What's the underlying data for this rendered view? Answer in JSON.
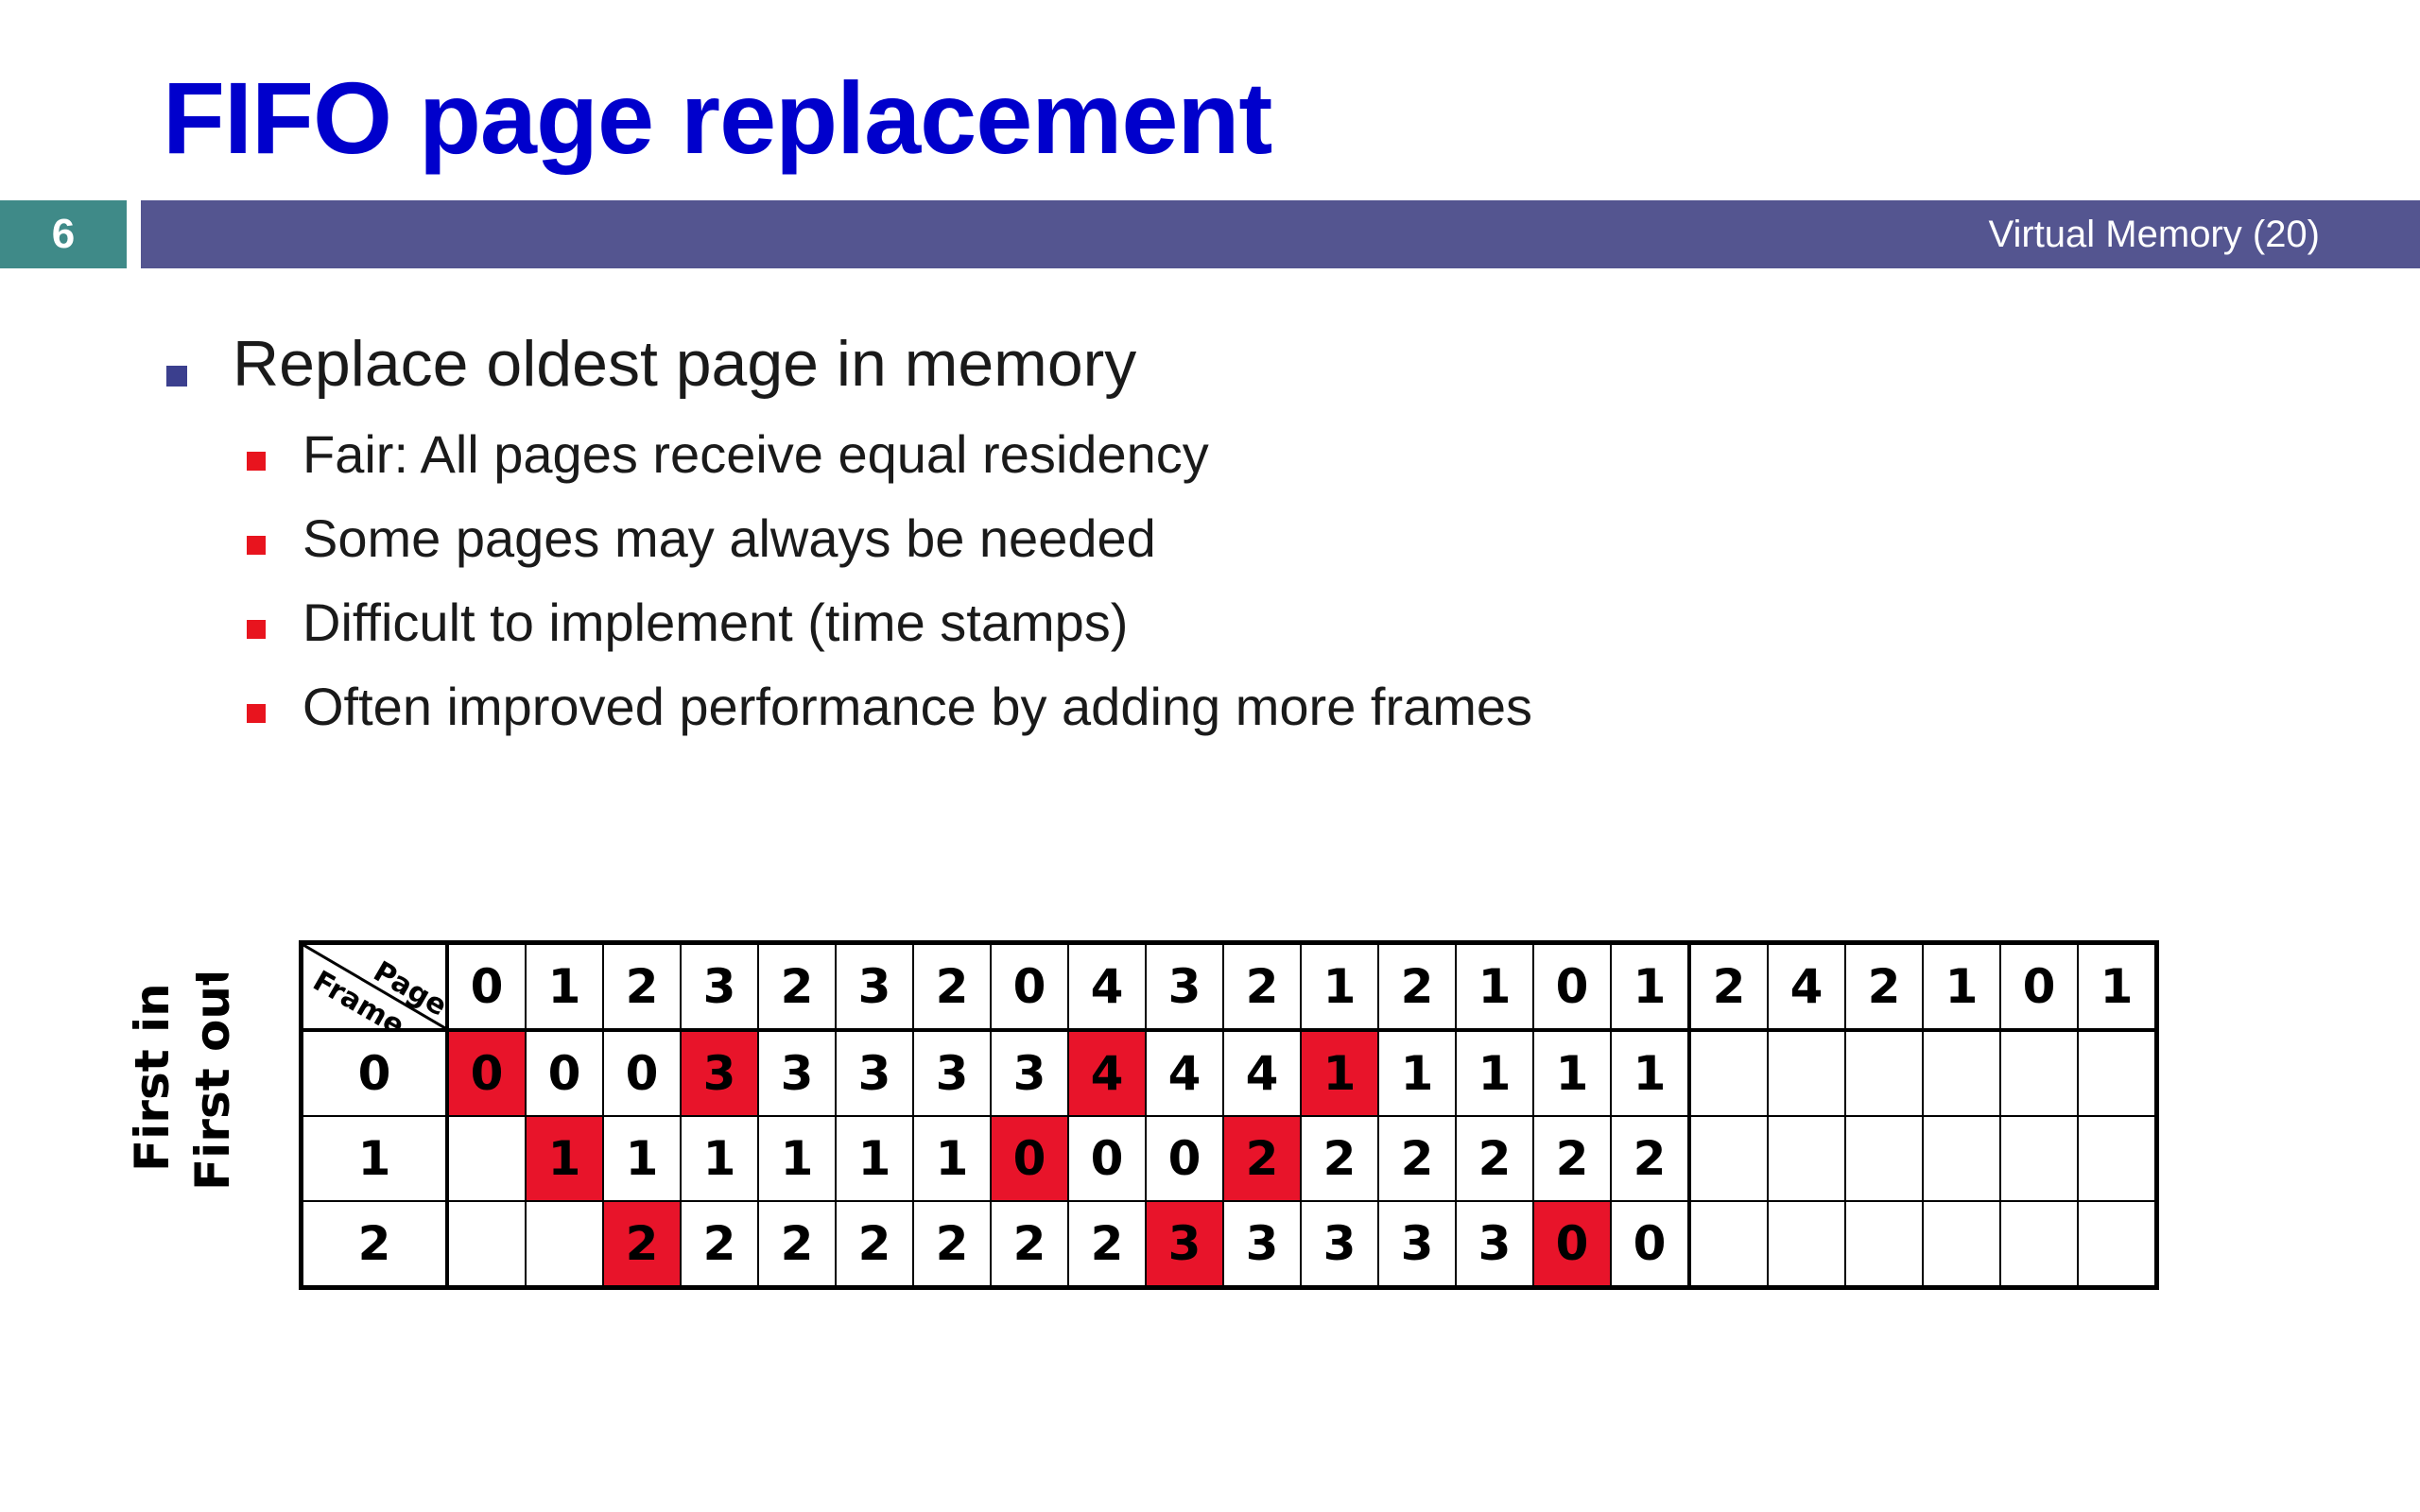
{
  "title": "FIFO page replacement",
  "slide_number": "6",
  "section_label": "Virtual Memory (20)",
  "bullet_main": "Replace oldest page in memory",
  "sub_bullets": [
    "Fair: All pages receive equal residency",
    "Some pages may always be needed",
    "Difficult to implement (time stamps)",
    "Often improved performance by adding more frames"
  ],
  "side_label": {
    "line1": "First in",
    "line2": "First out"
  },
  "table": {
    "corner_top": "Page",
    "corner_bottom": "Frame",
    "reference_string": [
      "0",
      "1",
      "2",
      "3",
      "2",
      "3",
      "2",
      "0",
      "4",
      "3",
      "2",
      "1",
      "2",
      "1",
      "0",
      "1",
      "2",
      "4",
      "2",
      "1",
      "0",
      "1"
    ],
    "frame_labels": [
      "0",
      "1",
      "2"
    ],
    "rows": [
      [
        "0",
        "0",
        "0",
        "3",
        "3",
        "3",
        "3",
        "3",
        "4",
        "4",
        "4",
        "1",
        "1",
        "1",
        "1",
        "1",
        "",
        "",
        "",
        "",
        "",
        ""
      ],
      [
        "",
        "1",
        "1",
        "1",
        "1",
        "1",
        "1",
        "0",
        "0",
        "0",
        "2",
        "2",
        "2",
        "2",
        "2",
        "2",
        "",
        "",
        "",
        "",
        "",
        ""
      ],
      [
        "",
        "",
        "2",
        "2",
        "2",
        "2",
        "2",
        "2",
        "2",
        "3",
        "3",
        "3",
        "3",
        "3",
        "0",
        "0",
        "",
        "",
        "",
        "",
        "",
        ""
      ]
    ],
    "faults": [
      [
        0,
        0
      ],
      [
        1,
        1
      ],
      [
        2,
        2
      ],
      [
        0,
        3
      ],
      [
        1,
        7
      ],
      [
        0,
        8
      ],
      [
        2,
        9
      ],
      [
        1,
        10
      ],
      [
        0,
        11
      ],
      [
        2,
        14
      ]
    ],
    "fault_color": "#e8142a"
  },
  "colors": {
    "title": "#0000cc",
    "slide_number_bg": "#3f8a88",
    "bar_bg": "#545590",
    "main_bullet": "#3b3f8e",
    "sub_bullet": "#e8141e"
  }
}
